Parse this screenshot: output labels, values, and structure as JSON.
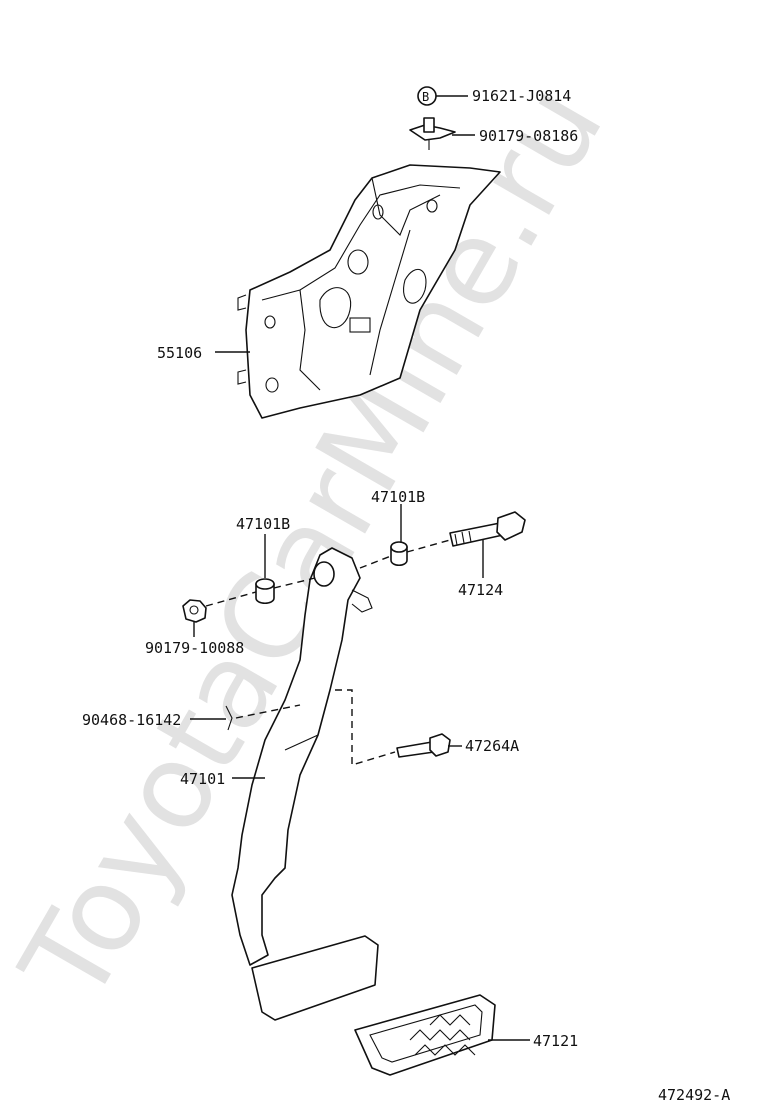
{
  "watermark": "ToyotaCarMine.ru",
  "figure_code": "472492-A",
  "parts": [
    {
      "id": "p1",
      "number": "91621-J0814"
    },
    {
      "id": "p2",
      "number": "90179-08186"
    },
    {
      "id": "p3",
      "number": "55106"
    },
    {
      "id": "p4",
      "number": "47101B"
    },
    {
      "id": "p5",
      "number": "47101B"
    },
    {
      "id": "p6",
      "number": "47124"
    },
    {
      "id": "p7",
      "number": "90179-10088"
    },
    {
      "id": "p8",
      "number": "90468-16142"
    },
    {
      "id": "p9",
      "number": "47264A"
    },
    {
      "id": "p10",
      "number": "47101"
    },
    {
      "id": "p11",
      "number": "47121"
    }
  ],
  "badge_letter": "B"
}
